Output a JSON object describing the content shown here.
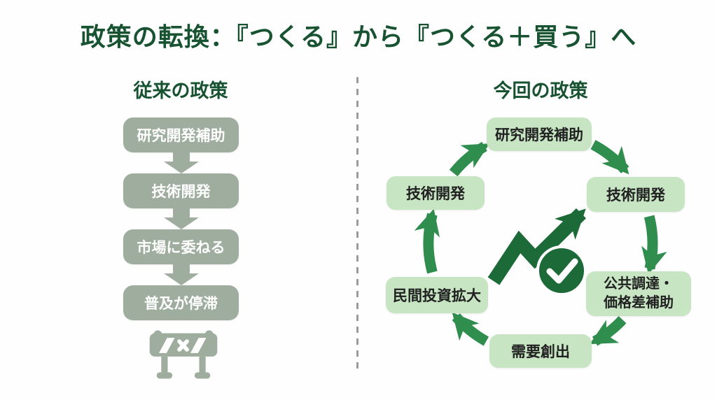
{
  "title": "政策の転換：『つくる』から『つくる＋買う』へ",
  "left_panel": {
    "heading": "従来の政策",
    "steps": [
      "研究開発補助",
      "技術開発",
      "市場に委ねる",
      "普及が停滞"
    ],
    "end_icon": "road-closed-barrier-icon"
  },
  "right_panel": {
    "heading": "今回の政策",
    "cycle_direction": "clockwise",
    "cycle_nodes": [
      {
        "position": "top",
        "label": "研究開発補助"
      },
      {
        "position": "right",
        "label": "技術開発"
      },
      {
        "position": "bottom-right",
        "label": "公共調達・価格差補助"
      },
      {
        "position": "bottom",
        "label": "需要創出"
      },
      {
        "position": "bottom-left",
        "label": "民間投資拡大"
      },
      {
        "position": "left",
        "label": "技術開発"
      }
    ],
    "center_icons": [
      "trend-up-arrow-icon",
      "check-circle-icon"
    ]
  },
  "colors": {
    "heading_green": "#175231",
    "sage_box": "#9fad9e",
    "light_green_box": "#c7e5c3",
    "cycle_arrow_green": "#2f8e4e",
    "center_icon_green": "#1d6a39",
    "divider_gray": "#9b9b9b",
    "box_text_dark": "#212121"
  }
}
